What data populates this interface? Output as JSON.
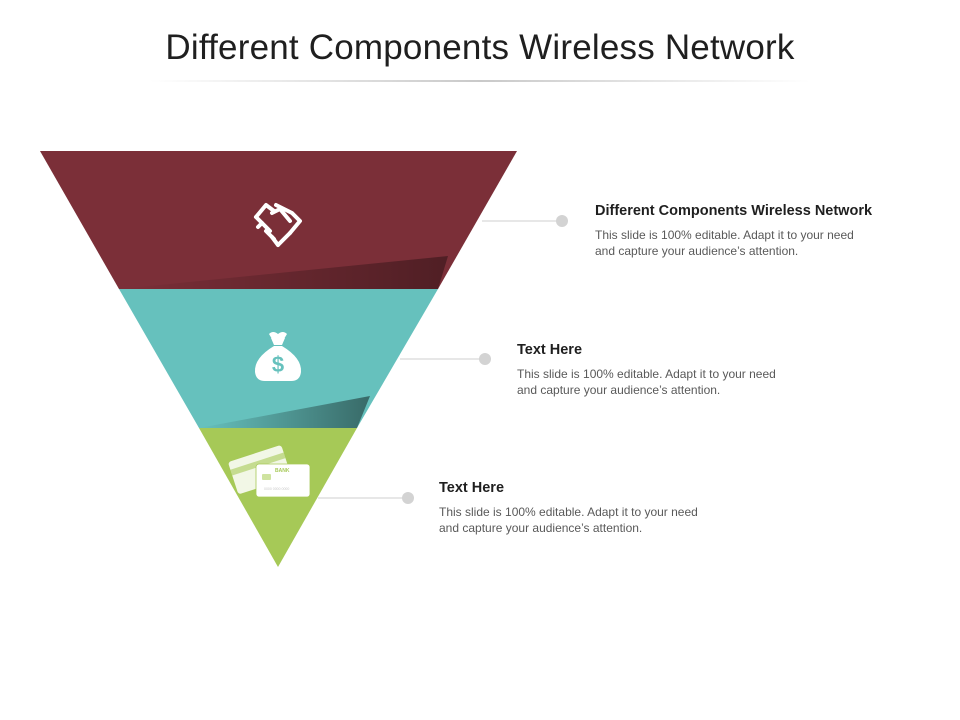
{
  "slide": {
    "title": "Different Components Wireless Network"
  },
  "items": [
    {
      "heading": "Different Components Wireless Network",
      "description": "This slide is 100%  editable. Adapt it to your need and capture your audience’s attention.",
      "icon": "handshake-icon",
      "color": "#7b2f38"
    },
    {
      "heading": "Text Here",
      "description": "This slide is 100%  editable. Adapt it to your need and capture your audience’s attention.",
      "icon": "money-bag-icon",
      "color": "#66c1bd"
    },
    {
      "heading": "Text Here",
      "description": "This slide is 100%  editable. Adapt it to your need and capture your audience’s attention.",
      "icon": "bank-card-icon",
      "color": "#a6c957"
    }
  ],
  "card_icon_text": {
    "bank": "BANK",
    "number": "0000 0000 0000"
  },
  "colors": {
    "connector": "#cfcfcf",
    "connector_dot": "#d3d3d3",
    "icon": "#ffffff"
  }
}
